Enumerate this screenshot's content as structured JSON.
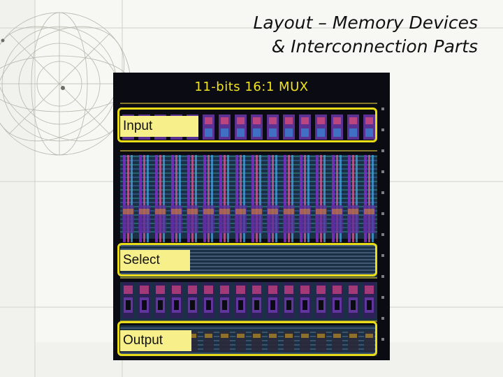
{
  "slide": {
    "title_line1": "Layout – Memory Devices",
    "title_line2": "& Interconnection Parts"
  },
  "figure": {
    "caption": "11-bits 16:1 MUX",
    "regions": {
      "input": "Input",
      "select": "Select",
      "output": "Output"
    }
  },
  "colors": {
    "background": "#f1f2ee",
    "highlight": "#e8dc18",
    "label_fill": "#f7ef8a",
    "caption": "#f2e41a"
  }
}
